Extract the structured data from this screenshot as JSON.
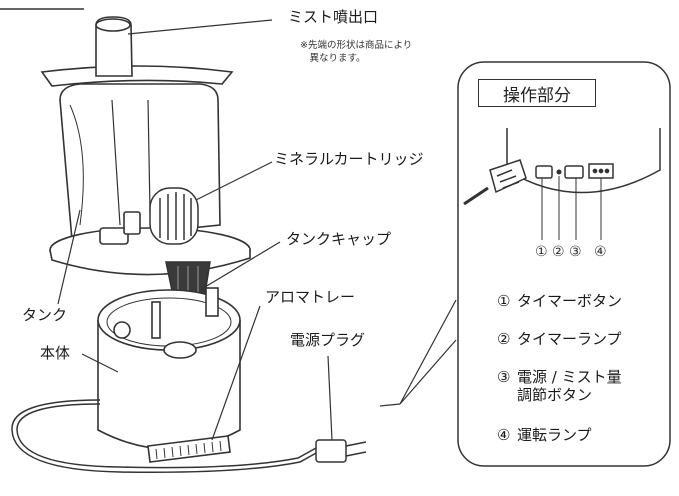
{
  "labels": {
    "mist_outlet": "ミスト噴出口",
    "note": "※先端の形状は商品により\n　異なります。",
    "mineral_cartridge": "ミネラルカートリッジ",
    "tank_cap": "タンクキャップ",
    "tank": "タンク",
    "aroma_tray": "アロマトレー",
    "body": "本体",
    "power_plug": "電源プラグ"
  },
  "panel": {
    "title": "操作部分",
    "markers": [
      "①",
      "②",
      "③",
      "④"
    ],
    "legend": [
      {
        "num": "①",
        "text": "タイマーボタン"
      },
      {
        "num": "②",
        "text": "タイマーランプ"
      },
      {
        "num": "③",
        "text": "電源 / ミスト量\n調節ボタン"
      },
      {
        "num": "④",
        "text": "運転ランプ"
      }
    ]
  }
}
